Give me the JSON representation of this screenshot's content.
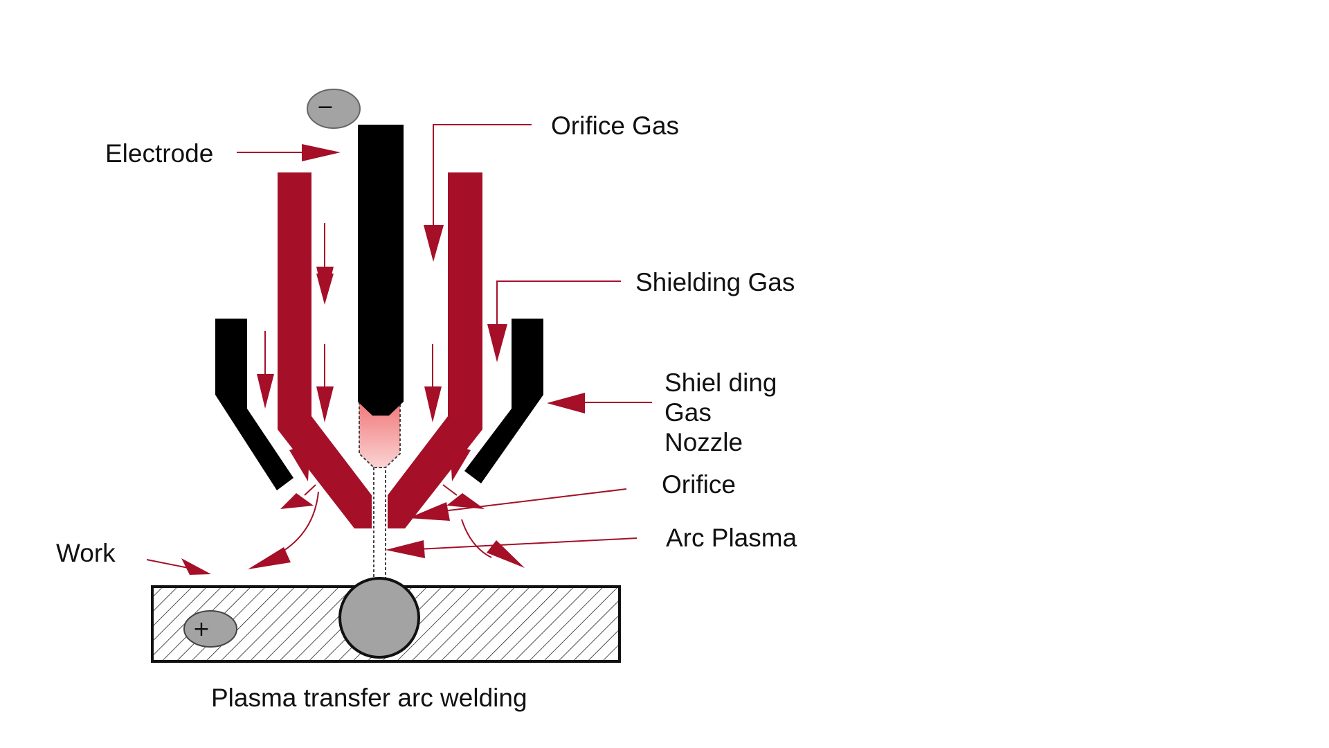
{
  "colors": {
    "nozzle": "#a50f28",
    "shield": "#000000",
    "arrow": "#a50f28",
    "terminal": "#a3a3a3",
    "plasma_core": "#f4a3a6",
    "weld_pool": "#a3a3a3"
  },
  "terminals": {
    "negative": "−",
    "positive": "+"
  },
  "labels": {
    "electrode": "Electrode",
    "orifice_gas": "Orifice Gas",
    "shielding_gas": "Shielding Gas",
    "nozzle_line1": "Shiel ding",
    "nozzle_line2": "Gas",
    "nozzle_line3": "Nozzle",
    "orifice": "Orifice",
    "arc_plasma": "Arc Plasma",
    "work": "Work",
    "caption": "Plasma transfer arc welding"
  }
}
